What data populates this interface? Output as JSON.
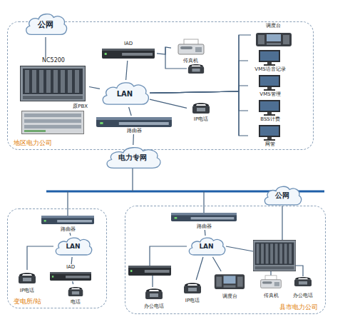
{
  "diagram": {
    "nodes": [
      {
        "text": [
          "地区电力公司"
        ]
      },
      {
        "text": [
          "公网"
        ]
      },
      {
        "text": [
          "NC5200"
        ],
        "in": 0
      },
      {
        "text": [
          "原PBX"
        ],
        "in": 0
      },
      {
        "text": [
          "IAD"
        ],
        "in": 0
      },
      {
        "text": [
          "传真机"
        ],
        "in": 0
      },
      {
        "text": [
          "LAN"
        ],
        "in": 0
      },
      {
        "text": [
          "IP电话"
        ],
        "in": 0
      },
      {
        "text": [
          "路由器"
        ],
        "in": 0
      },
      {
        "text": [
          "调度台"
        ],
        "in": 0
      },
      {
        "text": [
          "VMS语音记录"
        ],
        "in": 0
      },
      {
        "text": [
          "VMS管理"
        ],
        "in": 0
      },
      {
        "text": [
          "BSS计费"
        ],
        "in": 0
      },
      {
        "text": [
          "网管"
        ],
        "in": 0
      },
      {
        "text": [
          "电力专网"
        ]
      },
      {
        "text": [
          "变电所/站"
        ]
      },
      {
        "text": [
          "路由器"
        ],
        "in": 15
      },
      {
        "text": [
          "LAN"
        ],
        "in": 15
      },
      {
        "text": [
          "IP电话"
        ],
        "in": 15
      },
      {
        "text": [
          "IAD"
        ],
        "in": 15
      },
      {
        "text": [
          "电话"
        ],
        "in": 15
      },
      {
        "text": [
          "县市电力公司"
        ]
      },
      {
        "text": [
          "公网"
        ]
      },
      {
        "text": [
          "路由器"
        ],
        "in": 21
      },
      {
        "text": [
          "LAN"
        ],
        "in": 21
      },
      {
        "text": [
          "办公电话"
        ],
        "in": 21
      },
      {
        "text": [
          "IP电话"
        ],
        "in": 21
      },
      {
        "text": [
          "调度台"
        ],
        "in": 21
      },
      {
        "text": [
          "传真机"
        ],
        "in": 21
      },
      {
        "text": [
          "办公电话"
        ],
        "in": 21
      }
    ],
    "edges": [
      {
        "from": 1,
        "to": 2,
        "arrow": "none"
      },
      {
        "from": 2,
        "to": 6,
        "arrow": "none"
      },
      {
        "from": 4,
        "to": 6,
        "arrow": "none"
      },
      {
        "from": 4,
        "to": 5,
        "arrow": "none"
      },
      {
        "from": 6,
        "to": 7,
        "arrow": "none"
      },
      {
        "from": 6,
        "to": 8,
        "arrow": "none"
      },
      {
        "from": 6,
        "to": 9,
        "arrow": "none"
      },
      {
        "from": 6,
        "to": 10,
        "arrow": "none"
      },
      {
        "from": 6,
        "to": 11,
        "arrow": "none"
      },
      {
        "from": 6,
        "to": 12,
        "arrow": "none"
      },
      {
        "from": 6,
        "to": 13,
        "arrow": "none"
      },
      {
        "from": 8,
        "to": 14,
        "arrow": "none"
      },
      {
        "from": 16,
        "to": 17,
        "arrow": "none"
      },
      {
        "from": 17,
        "to": 18,
        "arrow": "none"
      },
      {
        "from": 17,
        "to": 19,
        "arrow": "none"
      },
      {
        "from": 19,
        "to": 20,
        "arrow": "none"
      },
      {
        "from": 23,
        "to": 24,
        "arrow": "none"
      },
      {
        "from": 24,
        "to": 26,
        "arrow": "none"
      },
      {
        "from": 24,
        "to": 27,
        "arrow": "none"
      }
    ]
  }
}
